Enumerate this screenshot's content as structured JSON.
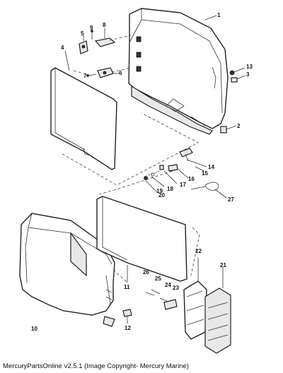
{
  "footer": "MercuryPartsOnline v2.5.1 (Image Copyright- Mercury Marine)",
  "callouts": [
    "1",
    "2",
    "3",
    "4",
    "5",
    "6",
    "7",
    "8",
    "9",
    "10",
    "11",
    "12",
    "13",
    "14",
    "15",
    "16",
    "17",
    "18",
    "19",
    "20",
    "21",
    "22",
    "23",
    "24",
    "25",
    "26",
    "27"
  ]
}
